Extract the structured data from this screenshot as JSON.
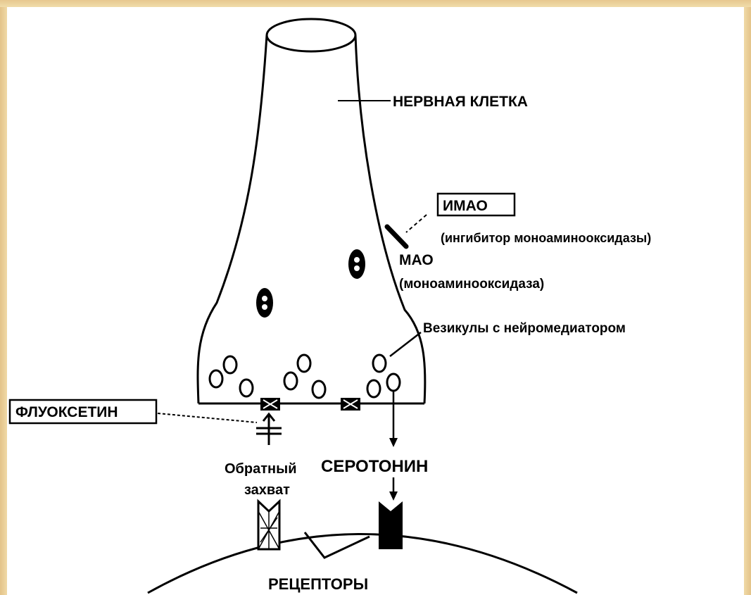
{
  "labels": {
    "nerve_cell": "НЕРВНАЯ КЛЕТКА",
    "imao": "ИМАО",
    "imao_full": "(ингибитор моноаминооксидазы)",
    "mao": "МАО",
    "mao_full": "(моноаминооксидаза)",
    "vesicles": "Везикулы с нейромедиатором",
    "fluoxetine": "ФЛУОКСЕТИН",
    "reuptake_line1": "Обратный",
    "reuptake_line2": "захват",
    "serotonin": "СЕРОТОНИН",
    "receptors": "РЕЦЕПТОРЫ"
  },
  "colors": {
    "ink": "#000000",
    "paper": "#ffffff",
    "frame": "#f0d9a6"
  }
}
